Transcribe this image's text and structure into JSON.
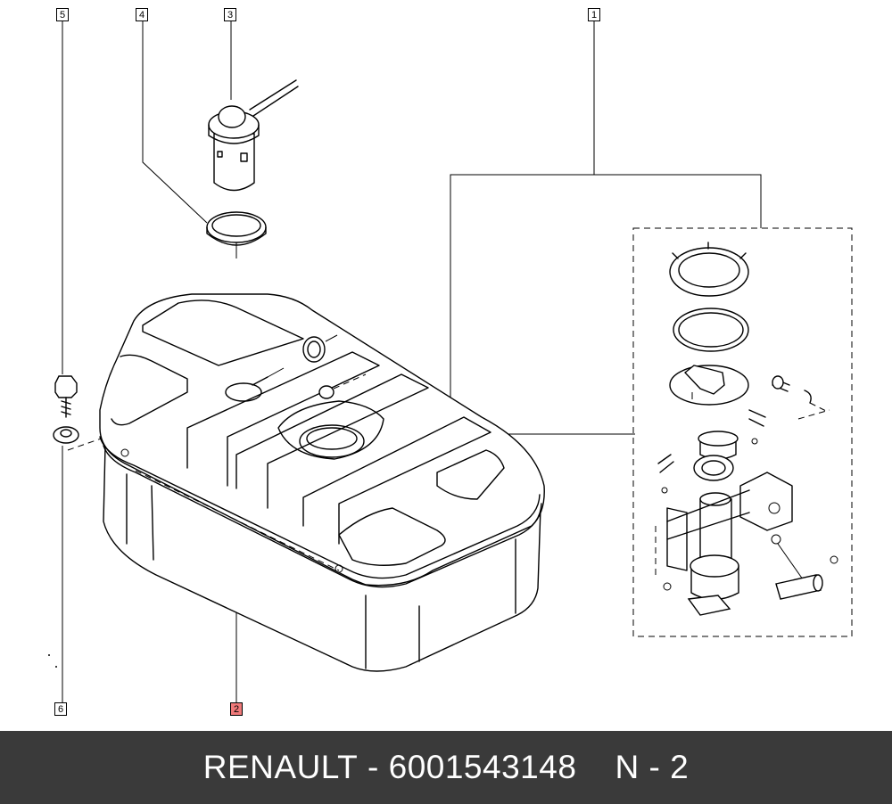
{
  "callouts": {
    "c1": "1",
    "c2": "2",
    "c3": "3",
    "c4": "4",
    "c5": "5",
    "c6": "6"
  },
  "colors": {
    "highlight": "#f07a7a",
    "footer_background": "#3a3a3a",
    "footer_text": "#ffffff"
  },
  "footer": {
    "brand": "RENAULT",
    "separator": "-",
    "part_number": "6001543148",
    "position": "N - 2"
  }
}
